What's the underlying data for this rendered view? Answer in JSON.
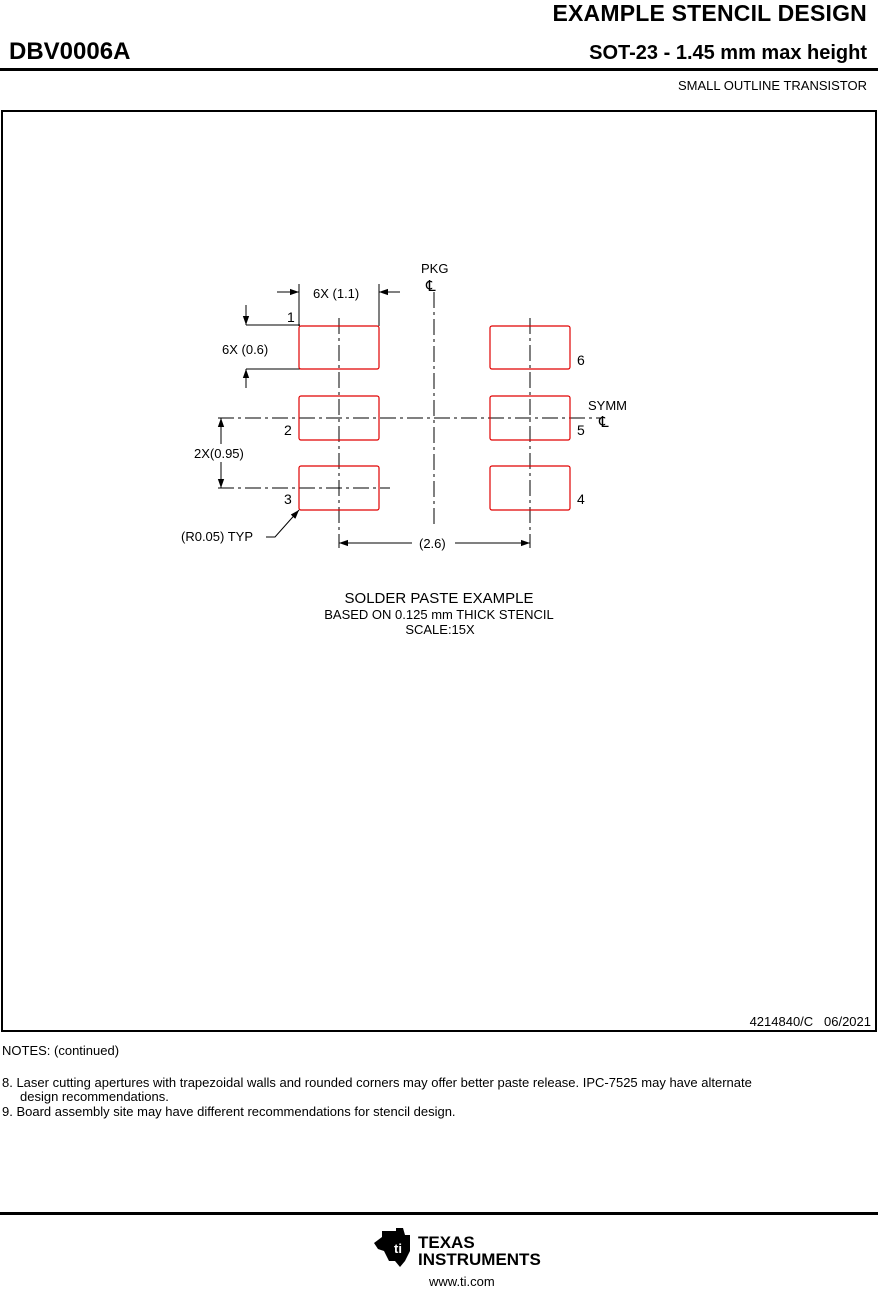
{
  "header": {
    "title": "EXAMPLE STENCIL DESIGN",
    "package_code": "DBV0006A",
    "package_name": "SOT-23 - 1.45 mm max height",
    "package_desc": "SMALL OUTLINE TRANSISTOR"
  },
  "drawing": {
    "pkg_label": "PKG",
    "symm_label": "SYMM",
    "centerline_symbol": "℄",
    "dim_width": "6X (1.1)",
    "dim_height": "6X (0.6)",
    "dim_pitch": "2X(0.95)",
    "dim_span": "(2.6)",
    "dim_radius": "(R0.05) TYP",
    "pins": [
      "1",
      "2",
      "3",
      "4",
      "5",
      "6"
    ],
    "caption_title": "SOLDER PASTE EXAMPLE",
    "caption_line2": "BASED ON 0.125 mm THICK STENCIL",
    "caption_line3": "SCALE:15X",
    "pad_color": "#e00000"
  },
  "doc_number": "4214840/C   06/2021",
  "notes": {
    "heading": "NOTES: (continued)",
    "note8_line1": "8. Laser cutting apertures with trapezoidal walls and rounded corners may offer better paste release. IPC-7525 may have alternate",
    "note8_line2": "design recommendations.",
    "note9": "9. Board assembly site may have different recommendations for stencil design."
  },
  "footer": {
    "brand_line1": "TEXAS",
    "brand_line2": "INSTRUMENTS",
    "url": "www.ti.com"
  }
}
